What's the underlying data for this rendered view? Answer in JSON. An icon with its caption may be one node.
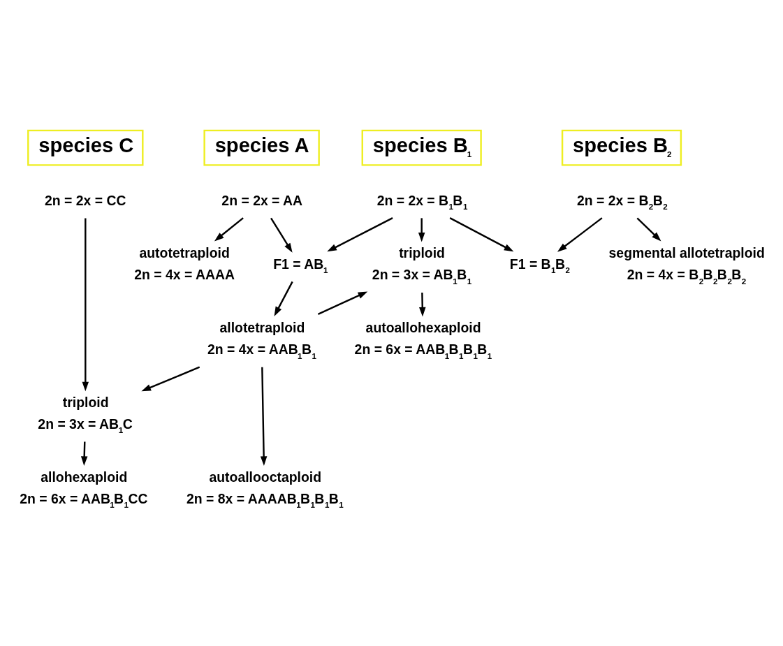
{
  "diagram": {
    "nodes": [
      {
        "text": [
          "species A"
        ]
      },
      {
        "text": [
          "species B$_{1}$"
        ]
      },
      {
        "text": [
          "species B$_{2}$"
        ]
      },
      {
        "text": [
          "species C"
        ]
      },
      {
        "text": [
          "2n = 2x = AA"
        ]
      },
      {
        "text": [
          "2n = 2x = B$_{1}$B$_{1}$"
        ]
      },
      {
        "text": [
          "2n = 2x = B$_{2}$B$_{2}$"
        ]
      },
      {
        "text": [
          "2n = 2x = CC"
        ]
      },
      {
        "text": [
          "F1 = AB$_{1}$"
        ]
      },
      {
        "text": [
          "F1 = B$_{1}$B$_{2}$"
        ]
      },
      {
        "text": [
          "autotetraploid",
          "2n = 4x = AAAA"
        ]
      },
      {
        "text": [
          "triploid",
          "2n = 3x = AB$_{1}$B$_{1}$"
        ]
      },
      {
        "text": [
          "segmental allotetraploid",
          "2n = 4x = B$_{2}$B$_{2}$B$_{2}$B$_{2}$"
        ]
      },
      {
        "text": [
          "autoallohexaploid",
          "2n = 6x = AAB$_{1}$B$_{1}$B$_{1}$B$_{1}$"
        ]
      },
      {
        "text": [
          "allotetraploid",
          "2n = 4x = AAB$_{1}$B$_{1}$"
        ]
      },
      {
        "text": [
          "triploid",
          "2n = 3x = AB$_{1}$C"
        ]
      },
      {
        "text": [
          "autoallooctaploid",
          "2n = 8x = AAAAB$_{1}$B$_{1}$B$_{1}$B$_{1}$"
        ]
      },
      {
        "text": [
          "allohexaploid",
          "2n = 6x = AAB$_{1}$B$_{1}$CC"
        ]
      }
    ],
    "edges": [
      {
        "from": 4,
        "to": 10,
        "arrow": "to"
      },
      {
        "from": 4,
        "to": 8,
        "arrow": "to"
      },
      {
        "from": 5,
        "to": 8,
        "arrow": "to"
      },
      {
        "from": 5,
        "to": 11,
        "arrow": "to"
      },
      {
        "from": 5,
        "to": 9,
        "arrow": "to"
      },
      {
        "from": 6,
        "to": 9,
        "arrow": "to"
      },
      {
        "from": 6,
        "to": 12,
        "arrow": "to"
      },
      {
        "from": 7,
        "to": 15,
        "arrow": "to"
      },
      {
        "from": 8,
        "to": 14,
        "arrow": "to"
      },
      {
        "from": 14,
        "to": 11,
        "arrow": "to"
      },
      {
        "from": 11,
        "to": 13,
        "arrow": "to"
      },
      {
        "from": 14,
        "to": 15,
        "arrow": "to"
      },
      {
        "from": 14,
        "to": 16,
        "arrow": "to"
      },
      {
        "from": 15,
        "to": 17,
        "arrow": "to"
      }
    ]
  }
}
